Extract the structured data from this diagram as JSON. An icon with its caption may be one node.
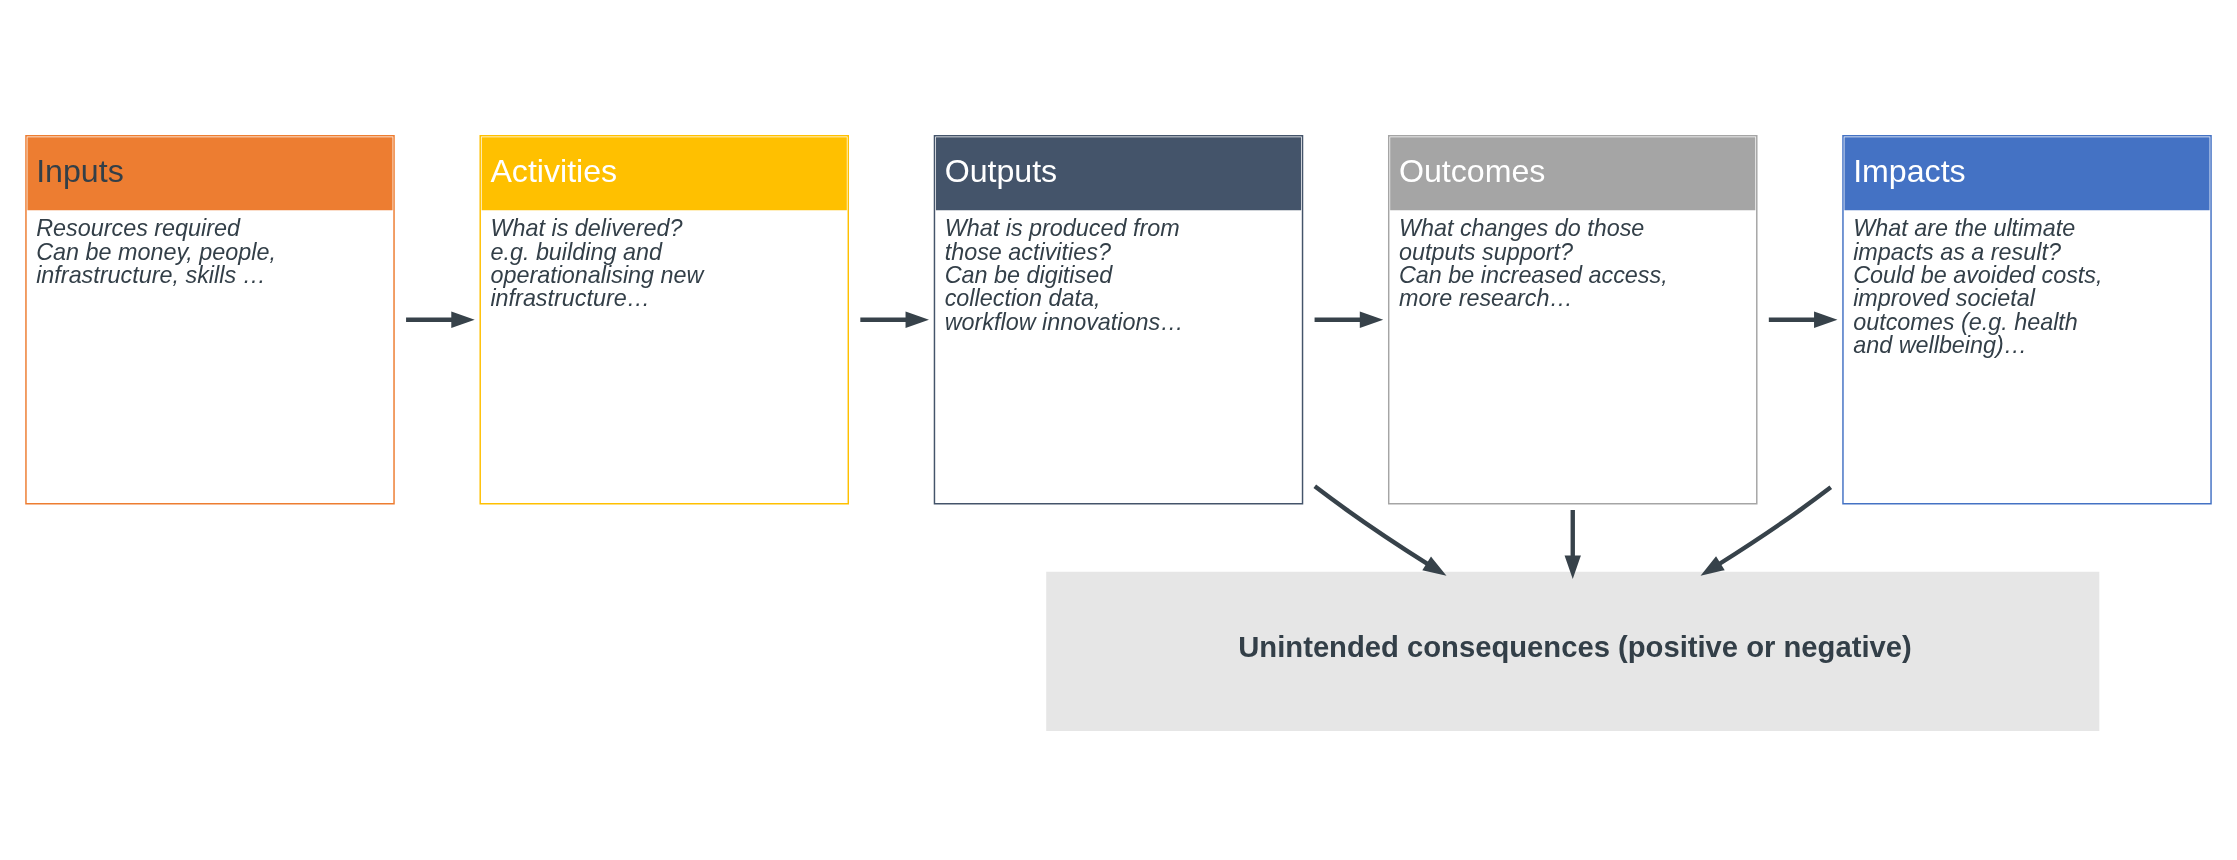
{
  "diagram": {
    "nodes": [
      {
        "text": [
          "Inputs",
          "Resources required",
          "Can be money, people, infrastructure, skills …"
        ]
      },
      {
        "text": [
          "Activities",
          "What is delivered?",
          "e.g. building and operationalising new infrastructure…"
        ]
      },
      {
        "text": [
          "Outputs",
          "What is produced from those activities?",
          "Can be digitised collection data, workflow innovations…"
        ]
      },
      {
        "text": [
          "Outcomes",
          "What changes do those outputs support?",
          "Can be increased access, more research…"
        ]
      },
      {
        "text": [
          "Impacts",
          "What are the ultimate impacts as a result?",
          "Could be avoided costs, improved societal outcomes (e.g. health and wellbeing)…"
        ]
      },
      {
        "text": [
          "Unintended consequences (positive or negative)"
        ]
      }
    ],
    "edges": [
      {
        "from": 0,
        "to": 1,
        "arrow": "to"
      },
      {
        "from": 1,
        "to": 2,
        "arrow": "to"
      },
      {
        "from": 2,
        "to": 3,
        "arrow": "to"
      },
      {
        "from": 3,
        "to": 4,
        "arrow": "to"
      },
      {
        "from": 2,
        "to": 5,
        "arrow": "to"
      },
      {
        "from": 3,
        "to": 5,
        "arrow": "to"
      },
      {
        "from": 4,
        "to": 5,
        "arrow": "to"
      }
    ]
  }
}
